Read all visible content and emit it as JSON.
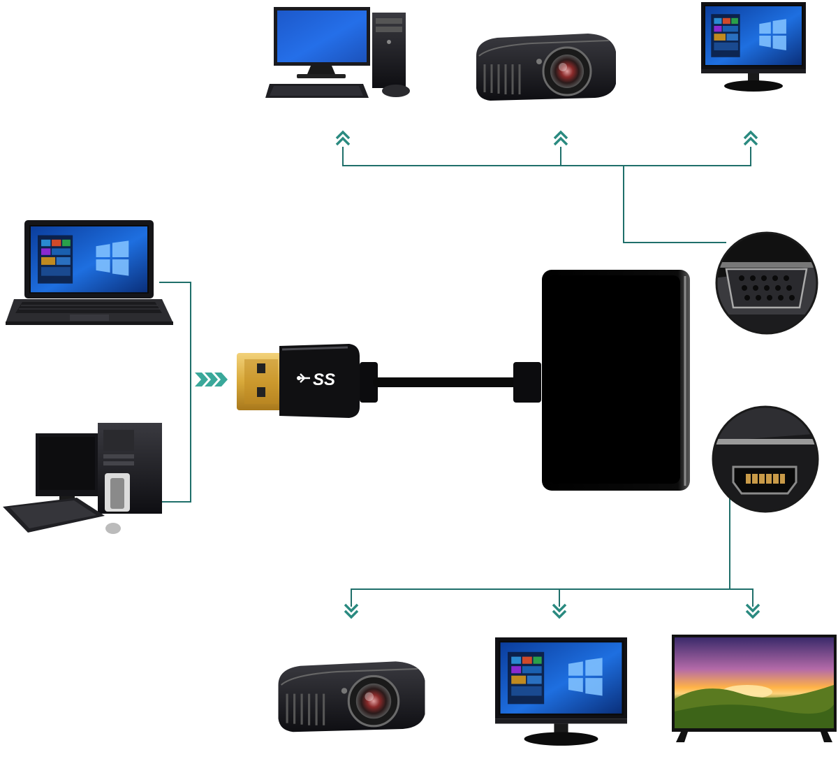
{
  "colors": {
    "connector_line": "#1f6f6a",
    "arrow": "#2a8a80",
    "device_dark": "#1b1b1f",
    "screen_blue": "#1e5fd0",
    "usb_gold": "#d8a93a"
  },
  "usb_plug": {
    "logo_text": "SS",
    "icon": "usb-superspeed-icon"
  },
  "sources": [
    {
      "name": "laptop",
      "icon": "laptop-icon"
    },
    {
      "name": "desktop-computer",
      "icon": "desktop-computer-icon"
    }
  ],
  "adapter_ports": [
    {
      "name": "vga-port",
      "icon": "vga-port-icon"
    },
    {
      "name": "hdmi-port",
      "icon": "hdmi-port-icon"
    }
  ],
  "vga_outputs": [
    {
      "name": "desktop-pc",
      "icon": "desktop-pc-icon"
    },
    {
      "name": "projector",
      "icon": "projector-icon"
    },
    {
      "name": "monitor",
      "icon": "monitor-icon"
    }
  ],
  "hdmi_outputs": [
    {
      "name": "projector",
      "icon": "projector-icon"
    },
    {
      "name": "monitor",
      "icon": "monitor-icon"
    },
    {
      "name": "tv",
      "icon": "tv-icon"
    }
  ]
}
